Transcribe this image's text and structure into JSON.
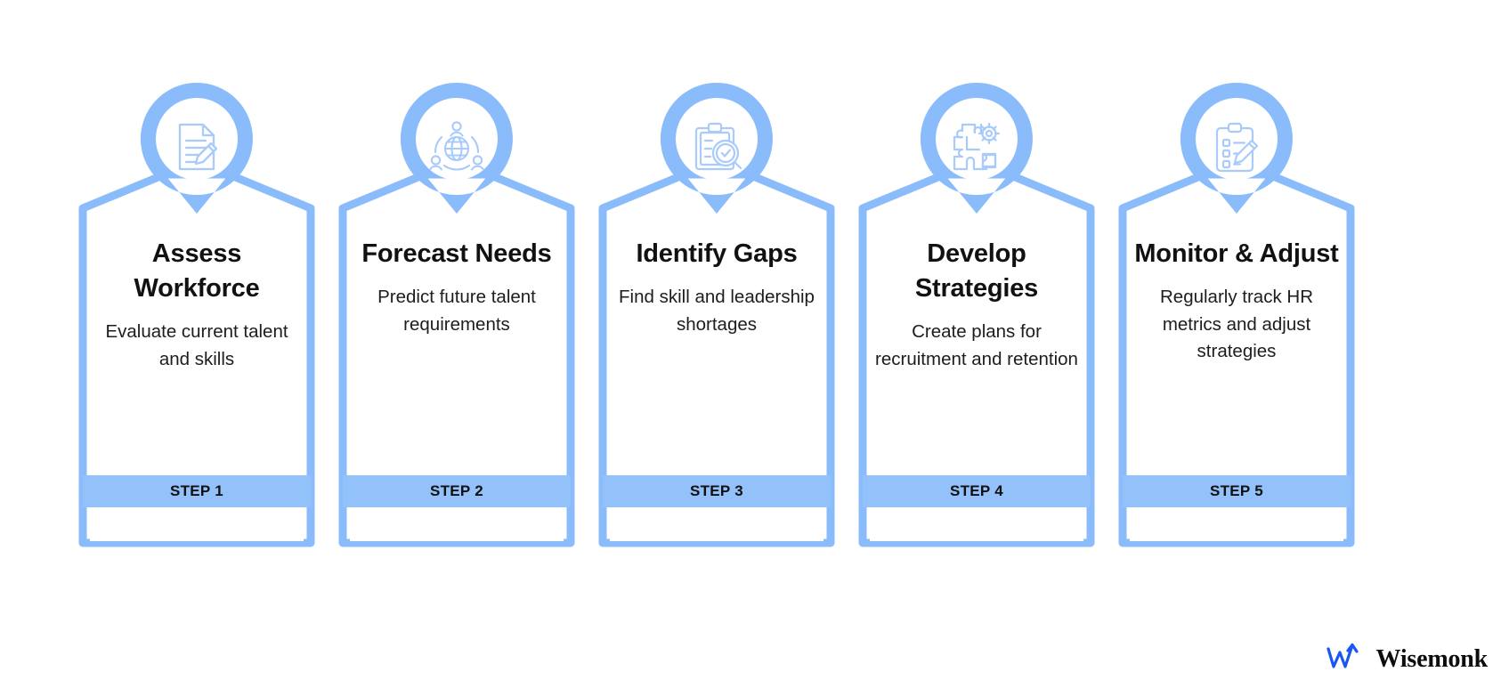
{
  "infographic": {
    "accent_color": "#93C1FA",
    "accent_stroke": "#8ABBFA",
    "icon_color": "#A8CBFB",
    "title_color": "#111111",
    "background": "#ffffff"
  },
  "steps": [
    {
      "icon": "document-pencil-icon",
      "title": "Assess Workforce",
      "description": "Evaluate current talent and skills",
      "badge": "STEP 1"
    },
    {
      "icon": "globe-people-network-icon",
      "title": "Forecast Needs",
      "description": "Predict future talent requirements",
      "badge": "STEP 2"
    },
    {
      "icon": "clipboard-magnifier-check-icon",
      "title": "Identify Gaps",
      "description": "Find skill and leadership shortages",
      "badge": "STEP 3"
    },
    {
      "icon": "puzzle-gear-icon",
      "title": "Develop Strategies",
      "description": "Create plans for recruitment and retention",
      "badge": "STEP 4"
    },
    {
      "icon": "clipboard-checklist-pencil-icon",
      "title": "Monitor & Adjust",
      "description": "Regularly track HR metrics and adjust strategies",
      "badge": "STEP 5"
    }
  ],
  "brand": {
    "name": "Wisemonk",
    "logo_icon": "wisemonk-zigzag-arrow-logo",
    "logo_color": "#1a56f0"
  }
}
